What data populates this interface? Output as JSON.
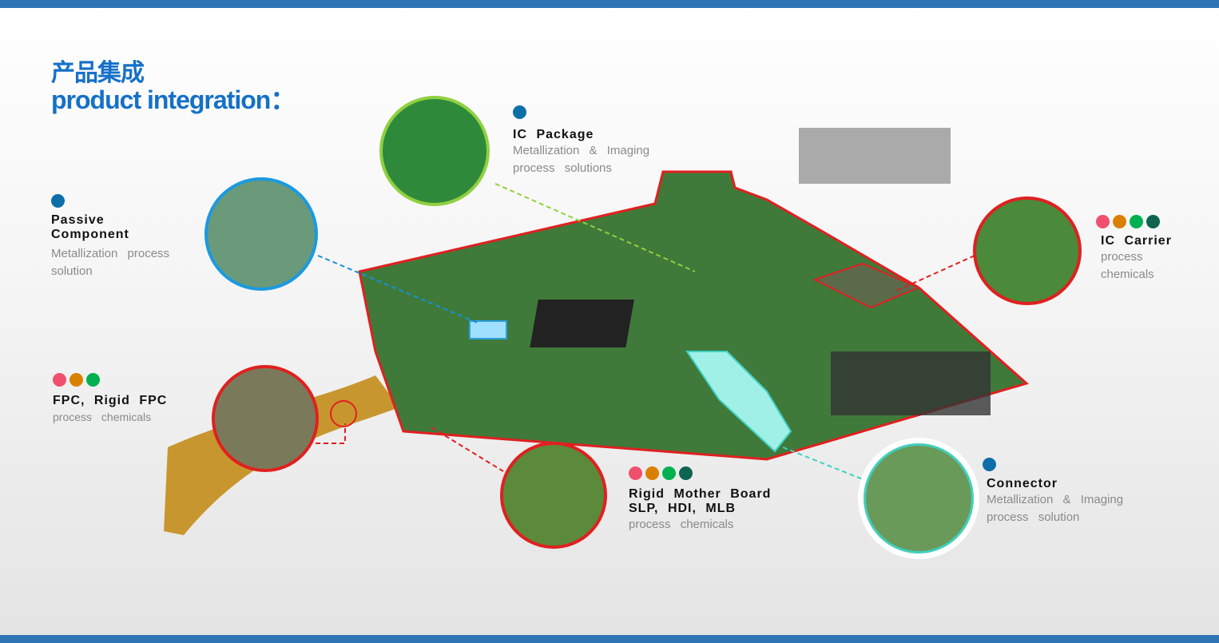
{
  "title": {
    "zh": "产品集成",
    "en": "product integration："
  },
  "colors": {
    "blue_dot": "#0e6ea8",
    "pink": "#f0506e",
    "orange": "#d98000",
    "green": "#00b050",
    "dark_green": "#0e6450",
    "frame": "#2e75b6"
  },
  "callouts": {
    "passive": {
      "title": "Passive   Component",
      "line1": "Metallization   process",
      "line2": "solution"
    },
    "ic_package": {
      "title": "IC  Package",
      "line1": "Metallization  &   Imaging",
      "line2": "process  solutions"
    },
    "ic_carrier": {
      "title": "IC  Carrier",
      "line1": "process",
      "line2": "chemicals"
    },
    "fpc": {
      "title": "FPC,  Rigid FPC",
      "line1": "process    chemicals"
    },
    "rigid": {
      "title": "Rigid  Mother  Board",
      "title2": "SLP,  HDI,  MLB",
      "line1": "process  chemicals"
    },
    "connector": {
      "title": "Connector",
      "line1": "Metallization  &  Imaging",
      "line2": "process  solution"
    }
  }
}
